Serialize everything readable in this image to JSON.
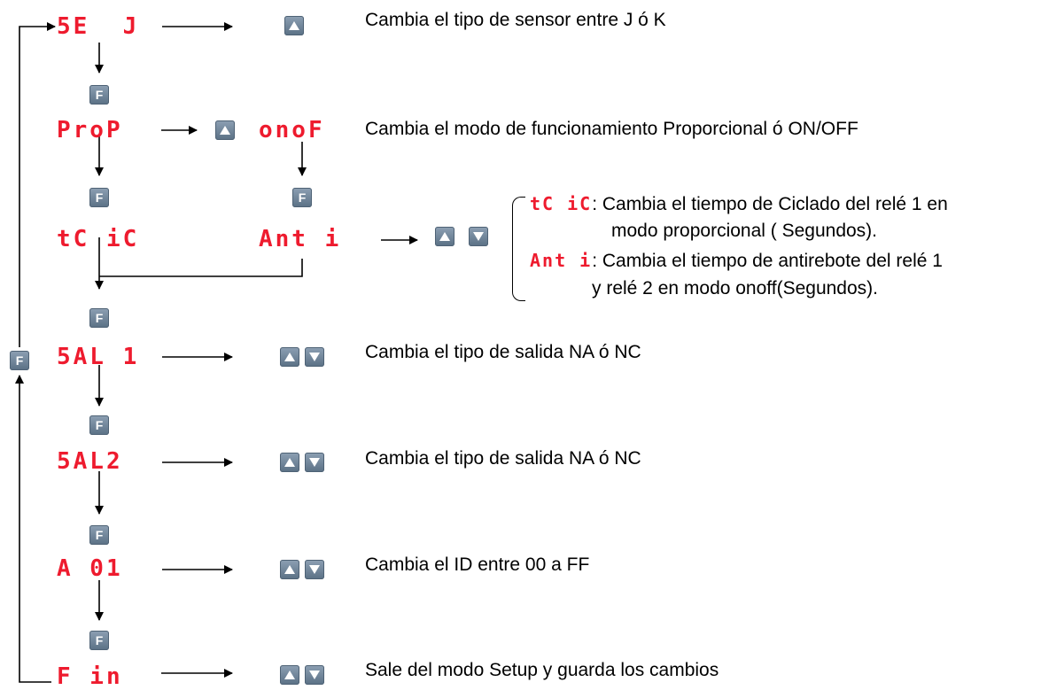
{
  "displays": {
    "se_j": "5E  J",
    "prop": "ProP",
    "onof": "onoF",
    "tcic": "tC iC",
    "anti": "Ant i",
    "sal1": "5AL 1",
    "sal2": "5AL2",
    "a01": "A 01",
    "fin": "F in"
  },
  "keys": {
    "f": "F",
    "up": "up-arrow-key",
    "down": "down-arrow-key"
  },
  "descriptions": {
    "sensor": "Cambia el tipo de sensor entre J ó K",
    "mode": "Cambia el modo de funcionamiento Proporcional ó ON/OFF",
    "tcic_line1": ": Cambia el tiempo de Ciclado del relé 1 en",
    "tcic_line2": "modo proporcional ( Segundos).",
    "anti_line1": ": Cambia el tiempo de antirebote del relé 1",
    "anti_line2": "y relé 2 en modo onoff(Segundos).",
    "sal1": "Cambia el tipo de salida  NA ó NC",
    "sal2": "Cambia el tipo de salida  NA ó NC",
    "id": "Cambia el ID entre 00 a FF",
    "fin": "Sale del modo Setup y guarda los cambios"
  },
  "colors": {
    "display": "#ee1b2e",
    "key": "#6b8196",
    "text": "#000000"
  }
}
